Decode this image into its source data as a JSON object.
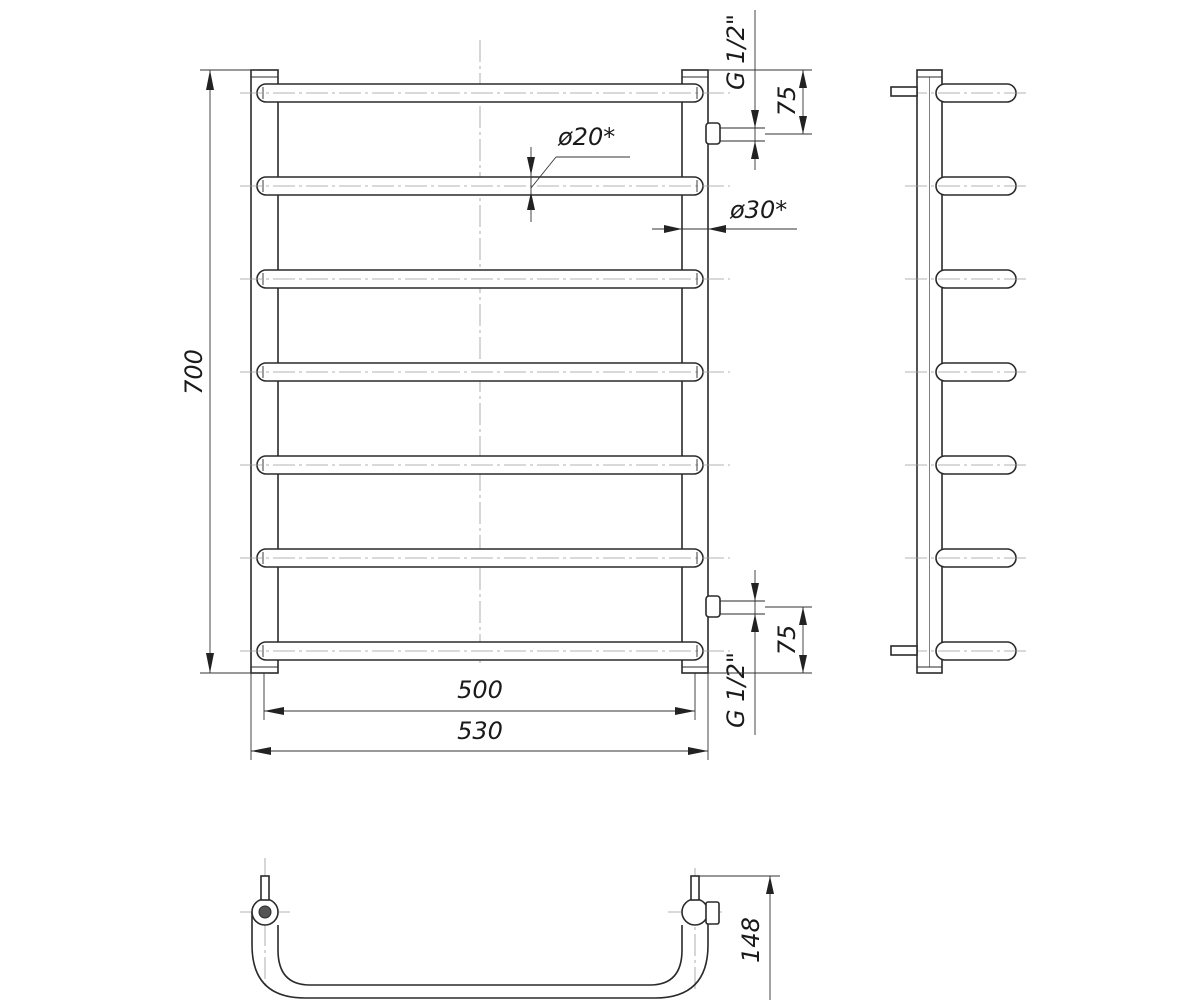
{
  "drawing": {
    "dimensions": {
      "height_total": "700",
      "width_inner": "500",
      "width_outer": "530",
      "bar_diameter": "ø20*",
      "rail_diameter": "ø30*",
      "top_thread": "G 1/2\"",
      "bottom_thread": "G 1/2\"",
      "top_offset": "75",
      "bottom_offset": "75",
      "depth": "148"
    },
    "bars_count": 7,
    "views": [
      "front-view",
      "side-view",
      "top-view"
    ]
  }
}
